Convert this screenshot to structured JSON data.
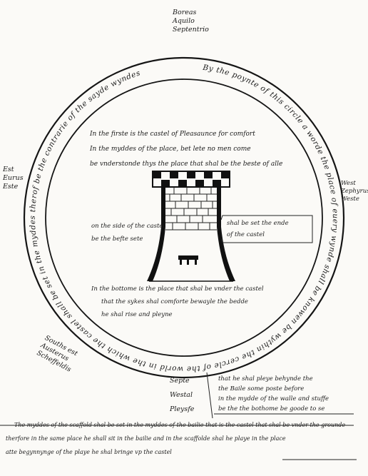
{
  "compass": {
    "top": [
      "Boreas",
      "Aquilo",
      "Septentrio"
    ],
    "left": [
      "Est",
      "Eurus",
      "Este"
    ],
    "right": [
      "West",
      "Zephyrus",
      "Weste"
    ],
    "bottom_left": [
      "Souths est",
      "Austerus",
      "Scheffeldis"
    ]
  },
  "ring_text": "By the poynte of this circle a worde the place of euery wynde shall be knowen be wythin the cercle of the world in the which the castel shall be set in the myddes therof be the contrarie of the sayde wyndes",
  "castle_notes": {
    "top": [
      "In the firste is the castel of Pleasaunce for comfort",
      "In the myddes of the place, bet lete no men come",
      "be vnderstonde thys the place that shal be the beste of alle"
    ],
    "left": [
      "on the side of the castel",
      "be the befte sete"
    ],
    "right": [
      "shal be set the ende",
      "of the castel"
    ],
    "bottom": [
      "In the bottome is the place that shal be vnder the castel",
      "that the sykes shal comforte bewayle the bedde",
      "he shal rise and pleyne"
    ]
  },
  "lower_section": {
    "left_labels": [
      "Septe",
      "Westal",
      "Pleysfe"
    ],
    "right_lines": [
      "that he shal pleye behynde the",
      "the Baile some poste before",
      "in the mydde of the walle and stuffe",
      "be the the bothome be goode to se"
    ],
    "footer_lines": [
      "The myddes of the scaffold shal be set in the myddes of the bailie that is the castel that shal be vnder the grounde",
      "therfore in the same place he shall sit in the bailie and in the scaffolde shal he playe in the place",
      "atte begynnynge of the playe he shal bringe vp the castel"
    ]
  }
}
